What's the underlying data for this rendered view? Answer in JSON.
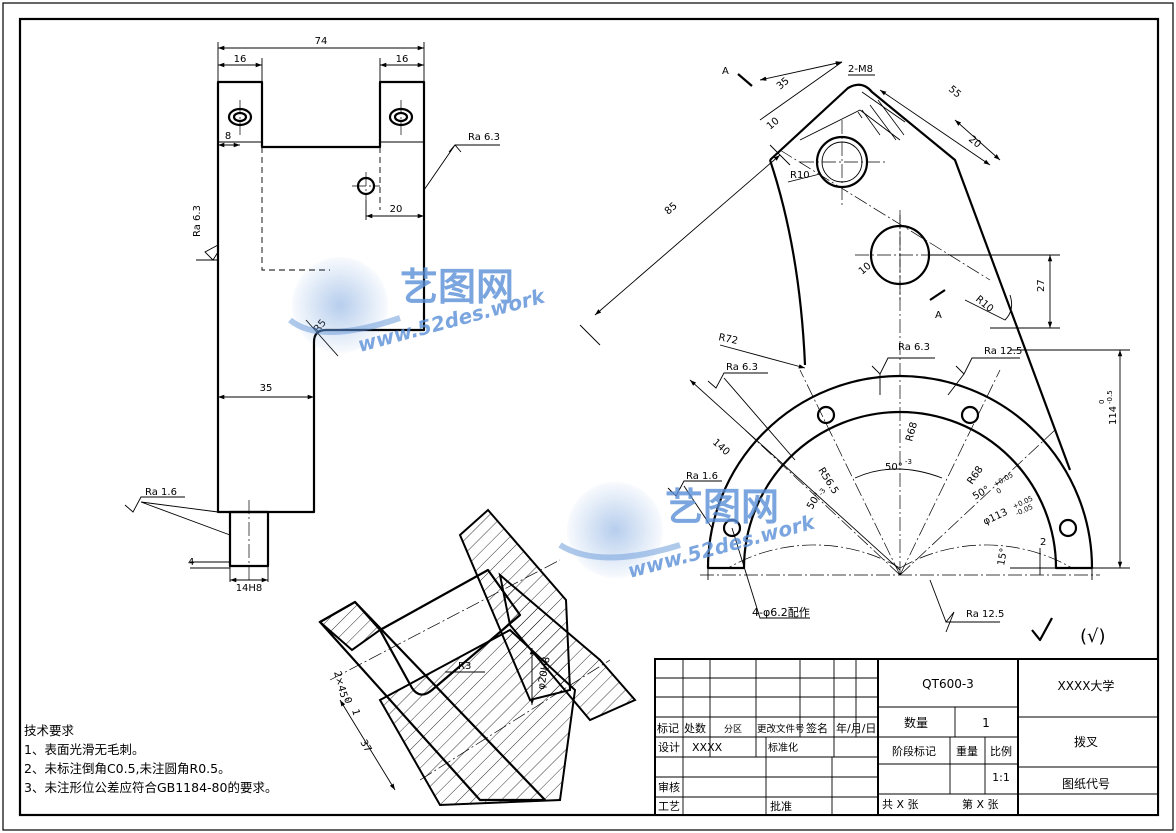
{
  "colors": {
    "line": "#000000",
    "background": "#ffffff",
    "watermark": "#5a8fd6"
  },
  "watermark": {
    "brand": "艺图网",
    "url": "www.52des.work"
  },
  "dims": {
    "d74": "74",
    "d16a": "16",
    "d16b": "16",
    "d8": "8",
    "d20": "20",
    "d35": "35",
    "r5": "R5",
    "d4": "4",
    "d14h8": "14H8",
    "d35b": "35",
    "d2m8": "2-M8",
    "d55": "55",
    "d10a": "10",
    "d20b": "20",
    "r10a": "R10",
    "d85": "85",
    "d10b": "10",
    "d27": "27",
    "r10b": "R10",
    "r72": "R72",
    "d140": "140",
    "r56": "R56.5",
    "r68a": "R68",
    "r68b": "R68",
    "a50a": "50°",
    "a50b": "50°",
    "a50c": "50°",
    "dia113": "φ113",
    "d114": "114",
    "a15": "15°",
    "d2": "2",
    "holes": "4-φ6.2配作",
    "r3": "R3",
    "dia20": "φ20H8",
    "chamfer": "2×45°",
    "d37": "37",
    "d0": "0",
    "d1": "1"
  },
  "tolerances": {
    "a50a": "-3",
    "a50b": "-3",
    "a50c_up": "+0.05",
    "a50c_dn": "0",
    "dia113_up": "+0.05",
    "dia113_dn": "-0.05",
    "d114_up": "0",
    "d114_dn": "-0.5"
  },
  "section": {
    "label": "A"
  },
  "roughness": {
    "r63a": "Ra 6.3",
    "r63b": "Ra 6.3",
    "r63c": "Ra 6.3",
    "r63d": "Ra 6.3",
    "r16a": "Ra 1.6",
    "r16b": "Ra 1.6",
    "r125a": "Ra 12.5",
    "r125b": "Ra 12.5",
    "general": "(√)"
  },
  "notes": {
    "title": "技术要求",
    "items": [
      "1、表面光滑无毛刺。",
      "2、未标注倒角C0.5,未注圆角R0.5。",
      "3、未注形位公差应符合GB1184-80的要求。"
    ]
  },
  "titleblock": {
    "material": "QT600-3",
    "school": "XXXX大学",
    "part_name": "拨叉",
    "drawing_no": "图纸代号",
    "row_labels": [
      "标记",
      "处数",
      "分区",
      "更改文件号",
      "签名",
      "年/月/日"
    ],
    "design": "设计",
    "designer": "XXXX",
    "standardize": "标准化",
    "review": "审核",
    "process": "工艺",
    "approve": "批准",
    "qty_label": "数量",
    "qty": "1",
    "stage": "阶段标记",
    "weight": "重量",
    "scale_label": "比例",
    "scale": "1:1",
    "total": "共  X  张",
    "sheet": "第  X  张"
  }
}
